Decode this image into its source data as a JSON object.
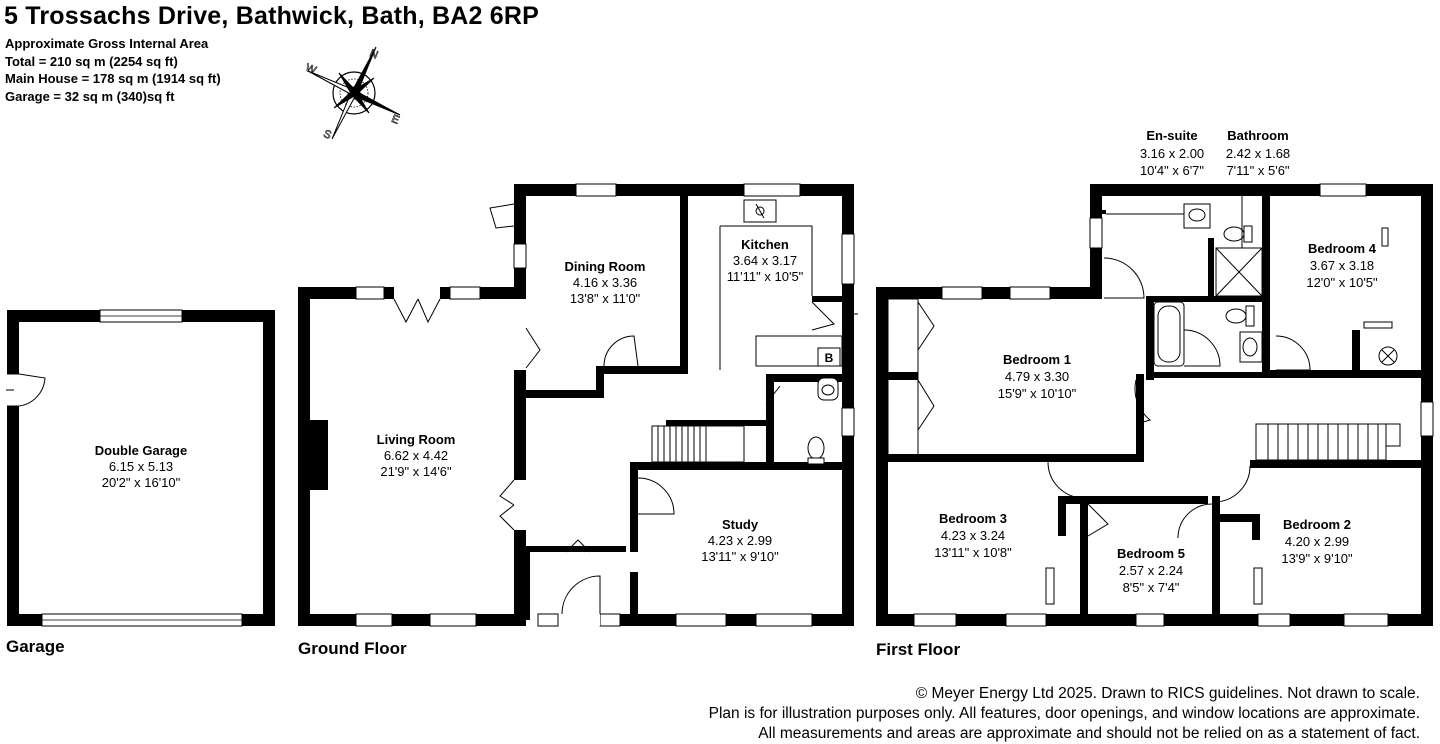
{
  "title": "5 Trossachs Drive, Bathwick, Bath, BA2 6RP",
  "areas": [
    "Approximate Gross Internal Area",
    "Total = 210 sq m (2254 sq ft)",
    "Main House = 178 sq m (1914 sq ft)",
    "Garage = 32 sq m (340)sq ft"
  ],
  "compass": {
    "n": "N",
    "e": "E",
    "s": "S",
    "w": "W"
  },
  "floors": {
    "garage": "Garage",
    "ground": "Ground Floor",
    "first": "First Floor"
  },
  "rooms": {
    "double_garage": {
      "name": "Double Garage",
      "metric": "6.15 x 5.13",
      "imperial": "20'2\" x 16'10\""
    },
    "living_room": {
      "name": "Living Room",
      "metric": "6.62 x 4.42",
      "imperial": "21'9\" x 14'6\""
    },
    "dining_room": {
      "name": "Dining Room",
      "metric": "4.16 x 3.36",
      "imperial": "13'8\" x 11'0\""
    },
    "kitchen": {
      "name": "Kitchen",
      "metric": "3.64 x 3.17",
      "imperial": "11'11\" x 10'5\""
    },
    "study": {
      "name": "Study",
      "metric": "4.23 x 2.99",
      "imperial": "13'11\" x 9'10\""
    },
    "bedroom_1": {
      "name": "Bedroom 1",
      "metric": "4.79 x 3.30",
      "imperial": "15'9\" x 10'10\""
    },
    "en_suite": {
      "name": "En-suite",
      "metric": "3.16 x 2.00",
      "imperial": "10'4\" x 6'7\""
    },
    "bathroom": {
      "name": "Bathroom",
      "metric": "2.42 x 1.68",
      "imperial": "7'11\" x 5'6\""
    },
    "bedroom_4": {
      "name": "Bedroom 4",
      "metric": "3.67 x 3.18",
      "imperial": "12'0\" x 10'5\""
    },
    "bedroom_3": {
      "name": "Bedroom 3",
      "metric": "4.23 x 3.24",
      "imperial": "13'11\" x 10'8\""
    },
    "bedroom_5": {
      "name": "Bedroom 5",
      "metric": "2.57 x 2.24",
      "imperial": "8'5\" x 7'4\""
    },
    "bedroom_2": {
      "name": "Bedroom 2",
      "metric": "4.20 x 2.99",
      "imperial": "13'9\" x 9'10\""
    }
  },
  "boiler_label": "B",
  "footer": [
    "© Meyer Energy Ltd 2025. Drawn to RICS guidelines.  Not drawn to scale.",
    "Plan is for illustration purposes only. All features, door openings, and window locations are approximate.",
    "All measurements and areas are approximate and should not be relied on as a statement of fact."
  ]
}
